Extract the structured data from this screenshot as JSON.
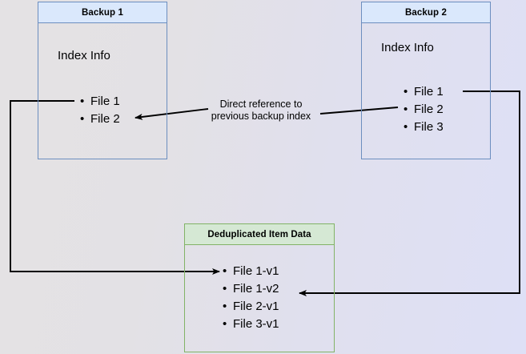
{
  "diagram": {
    "title_hidden": "",
    "colors": {
      "blue_fill": "#dae8fc",
      "blue_stroke": "#6c8ebf",
      "green_fill": "#d5e8d4",
      "green_stroke": "#82b366",
      "edge_stroke": "#000000",
      "background_left": "#e4e2e4",
      "background_right": "#dee0f6"
    },
    "nodes": {
      "backup1": {
        "header": "Backup 1",
        "section_label": "Index Info",
        "items": [
          "File 1",
          "File 2"
        ]
      },
      "backup2": {
        "header": "Backup 2",
        "section_label": "Index Info",
        "items": [
          "File 1",
          "File 2",
          "File 3"
        ]
      },
      "dedup": {
        "header": "Deduplicated Item Data",
        "items": [
          "File 1-v1",
          "File 1-v2",
          "File 2-v1",
          "File 3-v1"
        ]
      }
    },
    "edges": {
      "direct_reference_label": "Direct reference to\nprevious backup index"
    }
  }
}
